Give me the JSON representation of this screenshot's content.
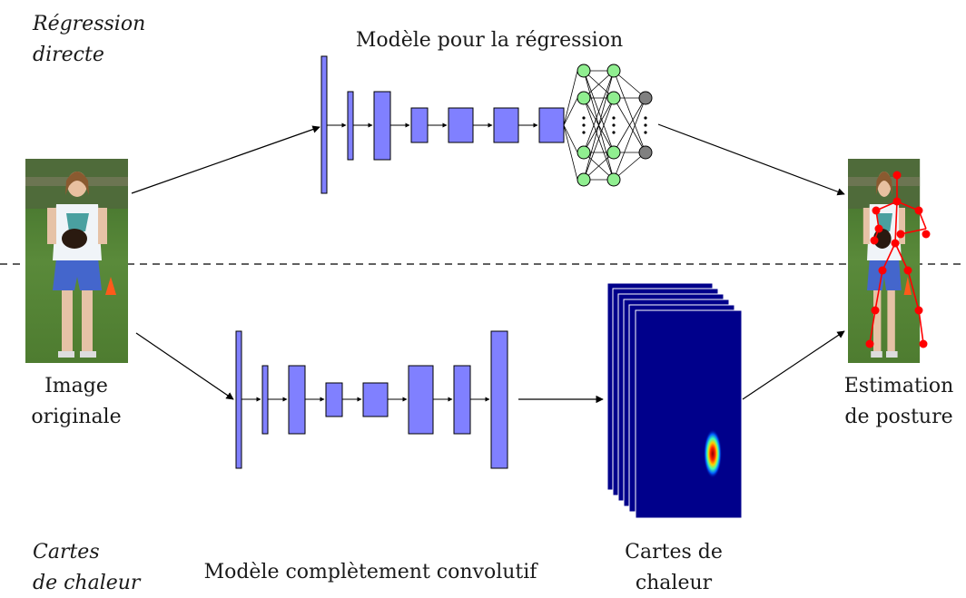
{
  "labels": {
    "direct_regression": [
      "Régression",
      "directe"
    ],
    "heatmaps_method": [
      "Cartes",
      "de chaleur"
    ],
    "regression_model": "Modèle pour la régression",
    "fcn_model": "Modèle complètement convolutif",
    "original_image": [
      "Image",
      "originale"
    ],
    "pose_estimation": [
      "Estimation",
      "de posture"
    ],
    "heatmaps_output": [
      "Cartes de",
      "chaleur"
    ]
  },
  "colors": {
    "layer_fill": "#8080ff",
    "neuron_hidden": "#90ee90",
    "neuron_output": "#808080",
    "keypoint": "#ff0000",
    "heatmap_bg": "#00008b"
  }
}
